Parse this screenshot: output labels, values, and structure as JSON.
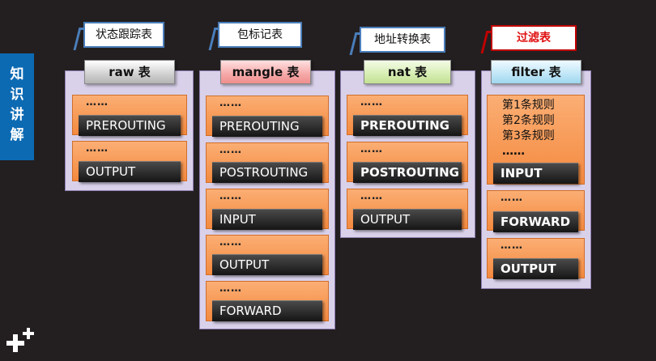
{
  "sidebar": {
    "label_chars": [
      "知",
      "识",
      "讲",
      "解"
    ]
  },
  "callouts": {
    "raw": "状态跟踪表",
    "mangle": "包标记表",
    "nat": "地址转换表",
    "filter": "过滤表"
  },
  "tables": {
    "raw": {
      "header": "raw 表",
      "blocks": [
        {
          "dots": "……",
          "chain": "PREROUTING"
        },
        {
          "dots": "……",
          "chain": "OUTPUT"
        }
      ]
    },
    "mangle": {
      "header": "mangle 表",
      "blocks": [
        {
          "dots": "……",
          "chain": "PREROUTING"
        },
        {
          "dots": "……",
          "chain": "POSTROUTING"
        },
        {
          "dots": "……",
          "chain": "INPUT"
        },
        {
          "dots": "……",
          "chain": "OUTPUT"
        },
        {
          "dots": "……",
          "chain": "FORWARD"
        }
      ]
    },
    "nat": {
      "header": "nat 表",
      "blocks": [
        {
          "dots": "……",
          "chain": "PREROUTING"
        },
        {
          "dots": "……",
          "chain": "POSTROUTING"
        },
        {
          "dots": "……",
          "chain": "OUTPUT"
        }
      ]
    },
    "filter": {
      "header": "filter 表",
      "rules": [
        "第1条规则",
        "第2条规则",
        "第3条规则",
        "……"
      ],
      "blocks": [
        {
          "dots": "",
          "chain": "INPUT"
        },
        {
          "dots": "……",
          "chain": "FORWARD"
        },
        {
          "dots": "……",
          "chain": "OUTPUT"
        }
      ]
    }
  },
  "colors": {
    "background": "#231f20",
    "sidebar": "#0c6ab3",
    "block": "#f48a3f",
    "panel": "#d9d1ea"
  }
}
